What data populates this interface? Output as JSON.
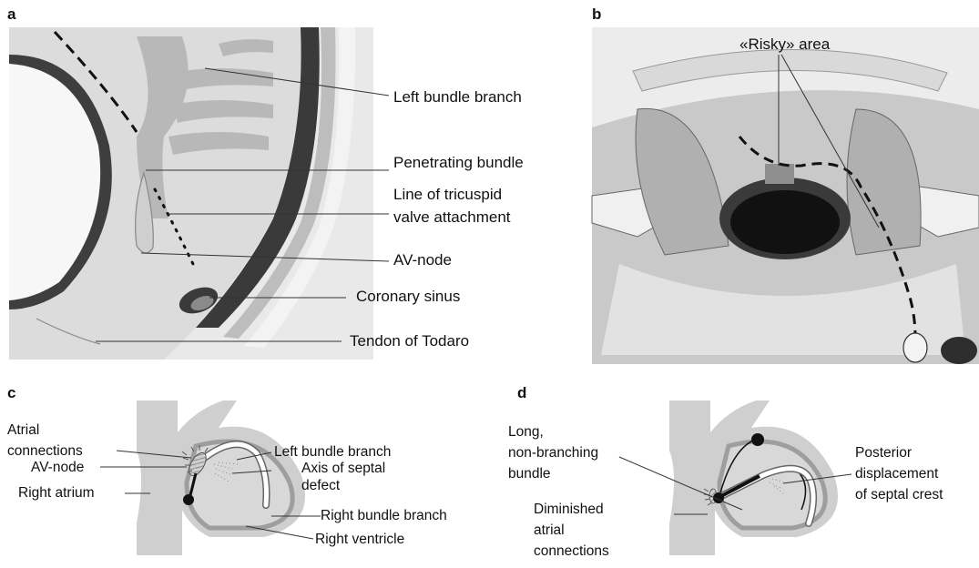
{
  "panels": {
    "a": {
      "letter": "a",
      "labels": {
        "left_bundle_branch": "Left bundle branch",
        "penetrating_bundle": "Penetrating bundle",
        "line_tricuspid_1": "Line of tricuspid",
        "line_tricuspid_2": "valve attachment",
        "av_node": "AV-node",
        "coronary_sinus": "Coronary sinus",
        "tendon_todaro": "Tendon of Todaro"
      }
    },
    "b": {
      "letter": "b",
      "labels": {
        "risky_area": "«Risky» area"
      }
    },
    "c": {
      "letter": "c",
      "labels": {
        "atrial_1": "Atrial",
        "atrial_2": "connections",
        "av_node": "AV-node",
        "right_atrium": "Right atrium",
        "left_bundle_branch": "Left bundle branch",
        "axis_1": "Axis of septal",
        "axis_2": "defect",
        "right_bundle_branch": "Right bundle branch",
        "right_ventricle": "Right ventricle"
      }
    },
    "d": {
      "letter": "d",
      "labels": {
        "long_1": "Long,",
        "long_2": "non-branching",
        "long_3": "bundle",
        "dim_1": "Diminished",
        "dim_2": "atrial",
        "dim_3": "connections",
        "post_1": "Posterior",
        "post_2": "displacement",
        "post_3": "of septal crest"
      }
    }
  }
}
